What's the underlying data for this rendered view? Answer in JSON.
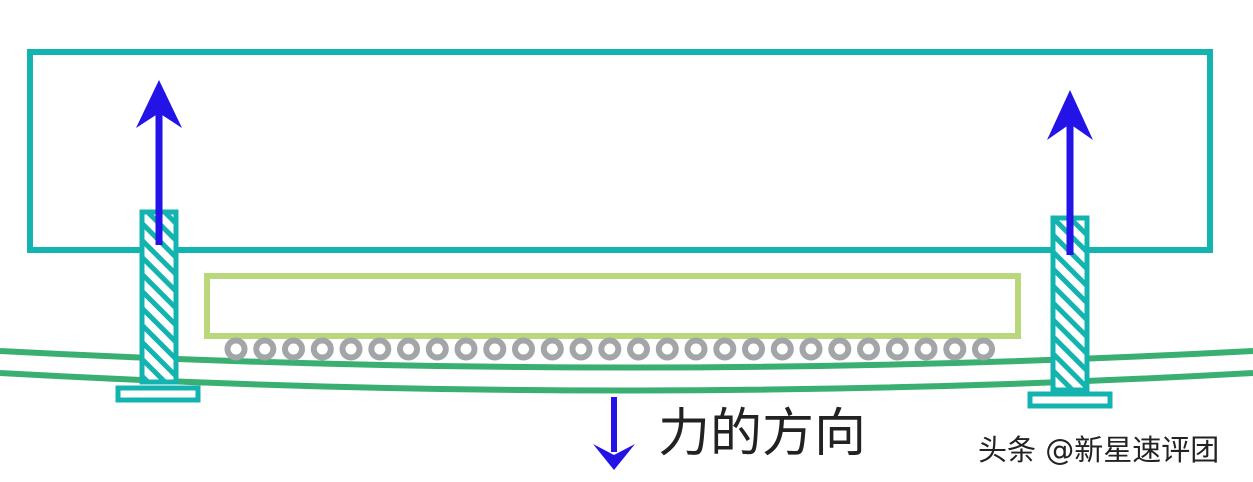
{
  "labels": {
    "force_direction": "力的方向",
    "watermark": "头条 @新星速评团"
  },
  "colors": {
    "teal": "#13b4b0",
    "green_curve": "#3aaf72",
    "lime": "#b9d87c",
    "ball": "#a2a6a8",
    "arrow": "#2313e6"
  },
  "icons": {
    "solder_ball": "ring",
    "arrow_up": "arrow-up",
    "arrow_down": "arrow-down"
  }
}
